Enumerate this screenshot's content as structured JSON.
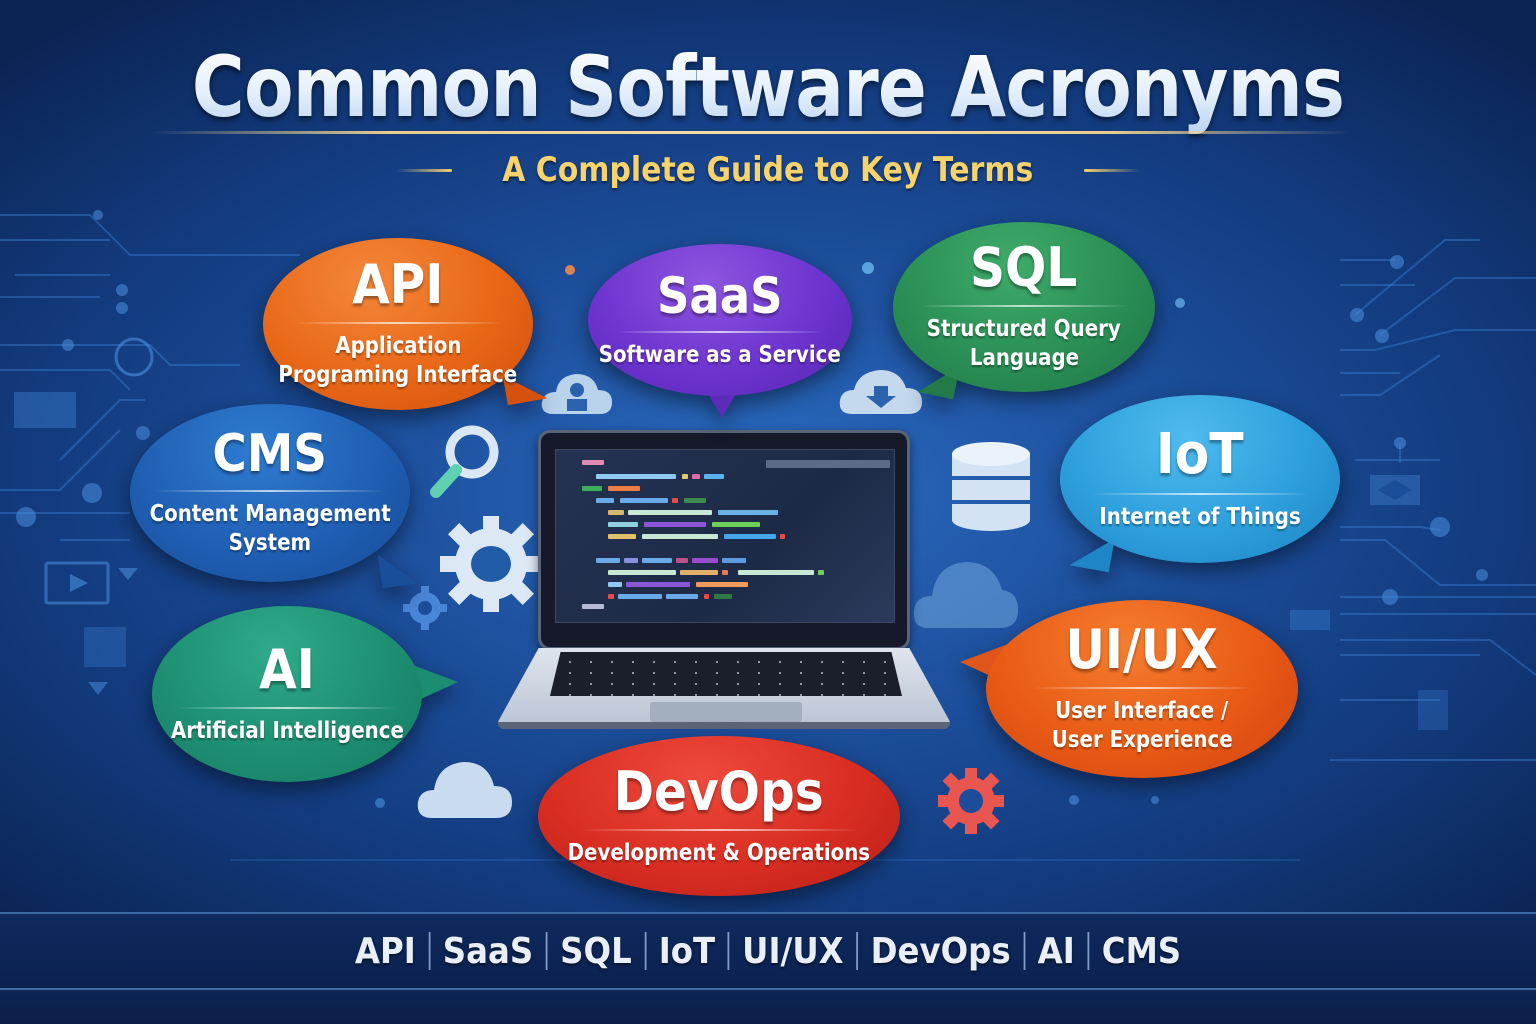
{
  "header": {
    "title": "Common Software Acronyms",
    "subtitle": "A Complete Guide to Key Terms"
  },
  "colors": {
    "background": "#1c4d9a",
    "title_text": "#ffffff",
    "subtitle_text": "#f7d36e",
    "api": "#e86716",
    "saas": "#6d34cf",
    "sql": "#2a8f55",
    "cms": "#1f5fb4",
    "iot": "#2d9fdc",
    "ai": "#1e8f72",
    "uiux": "#e85a15",
    "devops": "#d92d22"
  },
  "bubbles": {
    "api": {
      "acronym": "API",
      "definition_line1": "Application",
      "definition_line2": "Programing Interface"
    },
    "saas": {
      "acronym": "SaaS",
      "definition_line1": "Software as a Service"
    },
    "sql": {
      "acronym": "SQL",
      "definition_line1": "Structured Query",
      "definition_line2": "Language"
    },
    "cms": {
      "acronym": "CMS",
      "definition_line1": "Content Management",
      "definition_line2": "System"
    },
    "iot": {
      "acronym": "IoT",
      "definition_line1": "Internet of Things"
    },
    "ai": {
      "acronym": "AI",
      "definition_line1": "Artificial Intelligence"
    },
    "uiux": {
      "acronym": "UI/UX",
      "definition_line1": "User Interface /",
      "definition_line2": "User Experience"
    },
    "devops": {
      "acronym": "DevOps",
      "definition_line1": "Development & Operations"
    }
  },
  "icons": [
    "magnifier-icon",
    "gear-icon",
    "small-gear-icon",
    "cloud-user-icon",
    "cloud-download-icon",
    "database-icon",
    "cloud-icon",
    "red-gear-icon",
    "laptop-icon"
  ],
  "bottom_bar": {
    "items": [
      "API",
      "SaaS",
      "SQL",
      "IoT",
      "UI/UX",
      "DevOps",
      "AI",
      "CMS"
    ]
  }
}
